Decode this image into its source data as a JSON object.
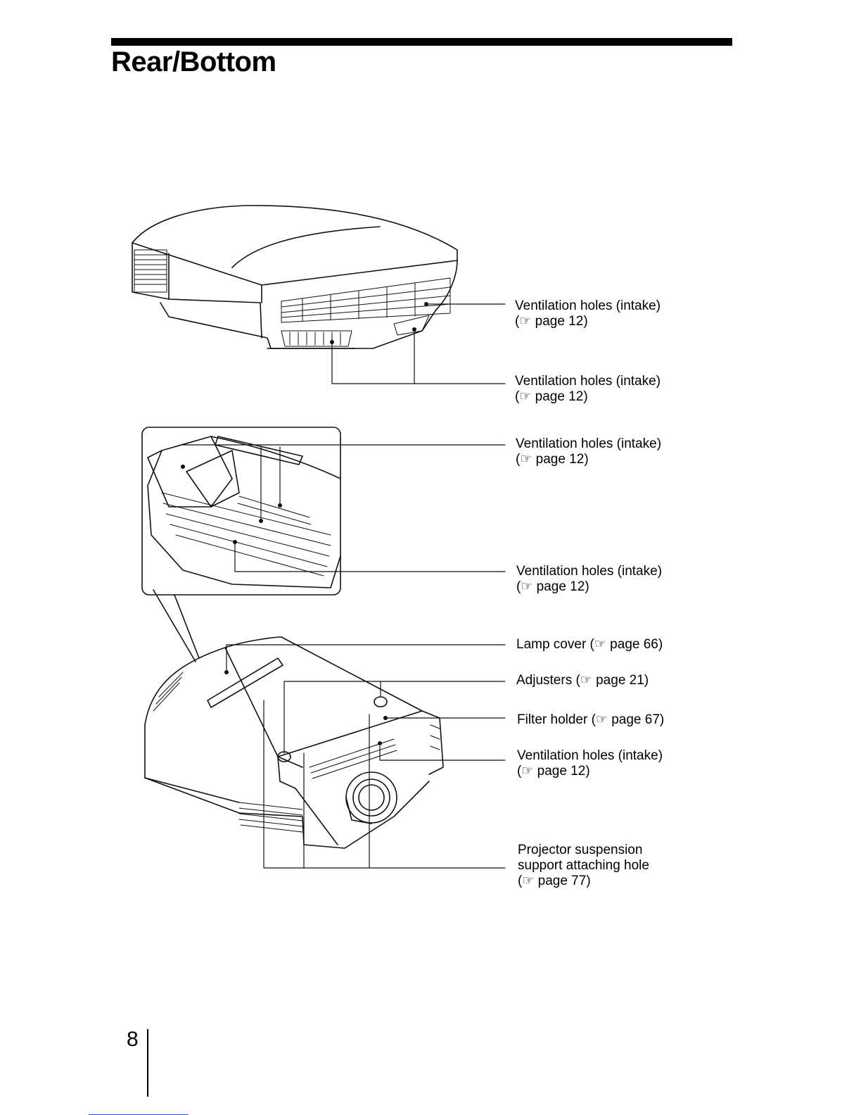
{
  "page": {
    "title": "Rear/Bottom",
    "page_number": "8"
  },
  "callouts": [
    {
      "lines": [
        "Ventilation holes (intake)",
        "(☞ page 12)"
      ]
    },
    {
      "lines": [
        "Ventilation holes (intake)",
        "(☞ page 12)"
      ]
    },
    {
      "lines": [
        "Ventilation holes (intake)",
        "(☞ page 12)"
      ]
    },
    {
      "lines": [
        "Ventilation holes (intake)",
        "(☞ page 12)"
      ]
    },
    {
      "lines": [
        "Lamp cover (☞ page 66)"
      ]
    },
    {
      "lines": [
        "Adjusters (☞ page 21)"
      ]
    },
    {
      "lines": [
        "Filter holder (☞ page 67)"
      ]
    },
    {
      "lines": [
        "Ventilation holes (intake)",
        "(☞ page 12)"
      ]
    },
    {
      "lines": [
        "Projector suspension",
        "support attaching hole",
        "(☞ page 77)"
      ]
    }
  ],
  "icons": {
    "reference": "pointing-hand-icon"
  }
}
